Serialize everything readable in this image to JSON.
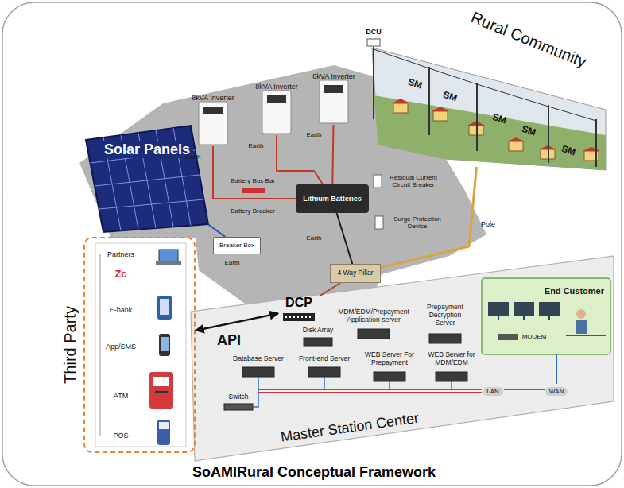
{
  "diagram": {
    "caption": "SoAMIRural Conceptual Framework",
    "nodes": [
      {
        "text": [
          "Solar Panels"
        ]
      },
      {
        "text": [
          "8kVA Inverter"
        ]
      },
      {
        "text": [
          "8kVA Inverter"
        ]
      },
      {
        "text": [
          "8kVA Inverter"
        ]
      },
      {
        "text": [
          "Rural Community"
        ]
      },
      {
        "text": [
          "Breaker Box"
        ]
      },
      {
        "text": [
          "Lithium Batteries"
        ]
      },
      {
        "text": [
          "4 Way Pillar"
        ]
      },
      {
        "text": [
          "Third Party"
        ]
      },
      {
        "text": [
          "Partners"
        ],
        "in": 8
      },
      {
        "text": [
          "E-bank"
        ],
        "in": 8
      },
      {
        "text": [
          "App/SMS"
        ],
        "in": 8
      },
      {
        "text": [
          "ATM"
        ],
        "in": 8
      },
      {
        "text": [
          "POS"
        ],
        "in": 8
      },
      {
        "text": [
          "DCP"
        ]
      },
      {
        "text": [
          "Master Station Center"
        ]
      },
      {
        "text": [
          "Disk Array"
        ],
        "in": 15
      },
      {
        "text": [
          "MDM/EDM/Prepayment Application server"
        ],
        "in": 15
      },
      {
        "text": [
          "Prepayment Decryption Server"
        ],
        "in": 15
      },
      {
        "text": [
          "Database Server"
        ],
        "in": 15
      },
      {
        "text": [
          "Front-end Server"
        ],
        "in": 15
      },
      {
        "text": [
          "WEB Server For Prepayment"
        ],
        "in": 15
      },
      {
        "text": [
          "WEB Server for MDM/EDM"
        ],
        "in": 15
      },
      {
        "text": [
          "Switch"
        ],
        "in": 15
      },
      {
        "text": [
          "End Customer"
        ],
        "in": 15
      }
    ],
    "edges": [
      {
        "from": 0,
        "to": 5,
        "arrow": "none"
      },
      {
        "from": 1,
        "to": 6,
        "arrow": "none"
      },
      {
        "from": 2,
        "to": 6,
        "arrow": "none"
      },
      {
        "from": 3,
        "to": 6,
        "arrow": "none"
      },
      {
        "from": 6,
        "to": 7,
        "arrow": "none"
      },
      {
        "from": 7,
        "to": 14,
        "arrow": "none"
      },
      {
        "from": 7,
        "to": 4,
        "label": "Pole",
        "arrow": "none"
      },
      {
        "from": 8,
        "to": 14,
        "label": "API",
        "arrow": "both"
      }
    ],
    "labels": [
      "DCU",
      "SM",
      "SM",
      "SM",
      "SM",
      "SM",
      "Earth",
      "Earth",
      "Earth",
      "Earth",
      "Earth",
      "Battery Bus Bar",
      "Battery Breaker",
      "Residual Current Circuit Breaker",
      "Surge Protection Device",
      "Zc",
      "LAN",
      "WAN",
      "MODEM"
    ]
  }
}
